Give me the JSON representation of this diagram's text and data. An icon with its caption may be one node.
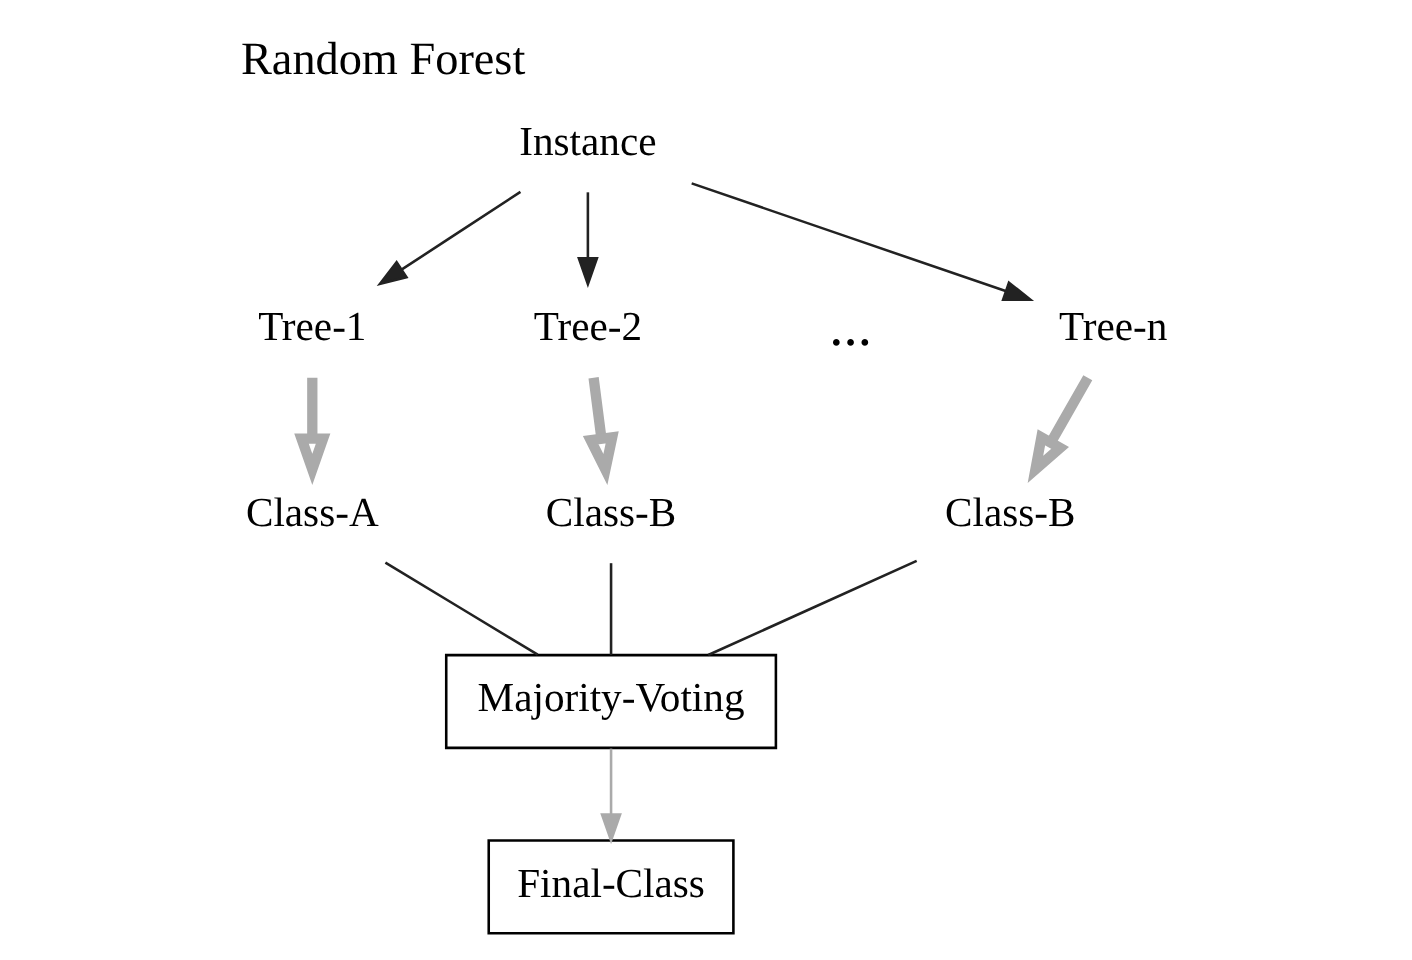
{
  "diagram": {
    "title": "Random Forest",
    "nodes": [
      {
        "text": [
          "Instance"
        ]
      },
      {
        "text": [
          "Tree-1"
        ]
      },
      {
        "text": [
          "Tree-2"
        ]
      },
      {
        "text": [
          "Tree-n"
        ]
      },
      {
        "text": [
          "Class-A"
        ]
      },
      {
        "text": [
          "Class-B"
        ]
      },
      {
        "text": [
          "Class-B"
        ]
      },
      {
        "text": [
          "Majority-Voting"
        ]
      },
      {
        "text": [
          "Final-Class"
        ]
      }
    ],
    "edges": [
      {
        "from": 0,
        "to": 1,
        "arrow": "to"
      },
      {
        "from": 0,
        "to": 2,
        "arrow": "to"
      },
      {
        "from": 0,
        "to": 3,
        "arrow": "to"
      },
      {
        "from": 1,
        "to": 4,
        "arrow": "to",
        "style": "thick",
        "color": "#aaaaaa"
      },
      {
        "from": 2,
        "to": 5,
        "arrow": "to",
        "style": "thick",
        "color": "#aaaaaa"
      },
      {
        "from": 3,
        "to": 6,
        "arrow": "to",
        "style": "thick",
        "color": "#aaaaaa"
      },
      {
        "from": 4,
        "to": 7,
        "arrow": "none"
      },
      {
        "from": 5,
        "to": 7,
        "arrow": "none"
      },
      {
        "from": 6,
        "to": 7,
        "arrow": "none"
      },
      {
        "from": 7,
        "to": 8,
        "arrow": "to",
        "color": "#aaaaaa"
      }
    ],
    "labels": [
      "..."
    ]
  }
}
